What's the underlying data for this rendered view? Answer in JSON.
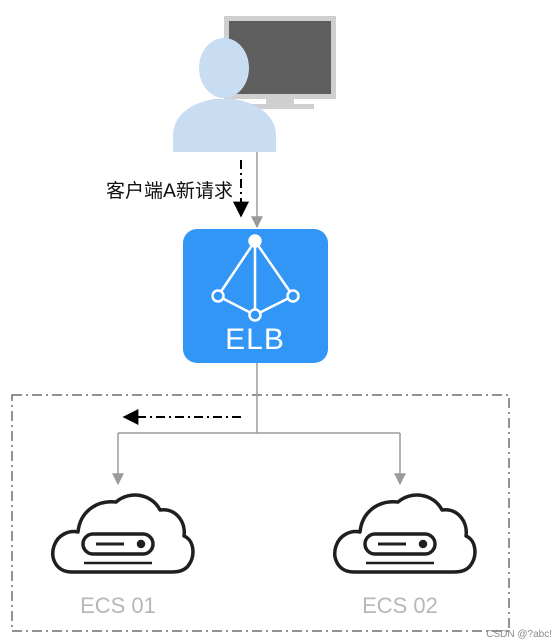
{
  "client": {
    "request_label": "客户端A新请求"
  },
  "load_balancer": {
    "label": "ELB",
    "color": "#3296F7"
  },
  "servers": [
    {
      "label": "ECS 01"
    },
    {
      "label": "ECS 02"
    }
  ],
  "watermark": "CSDN @?abc!",
  "colors": {
    "user_figure": "#C9DDF2",
    "monitor_frame": "#CFCFCF",
    "monitor_screen": "#5E5E5E",
    "connector_line": "#9A9A9A",
    "dashed_arrow": "#000000",
    "group_border": "#6F6F6F",
    "server_icon": "#1F1F1F",
    "server_label": "#B7B7B7"
  }
}
